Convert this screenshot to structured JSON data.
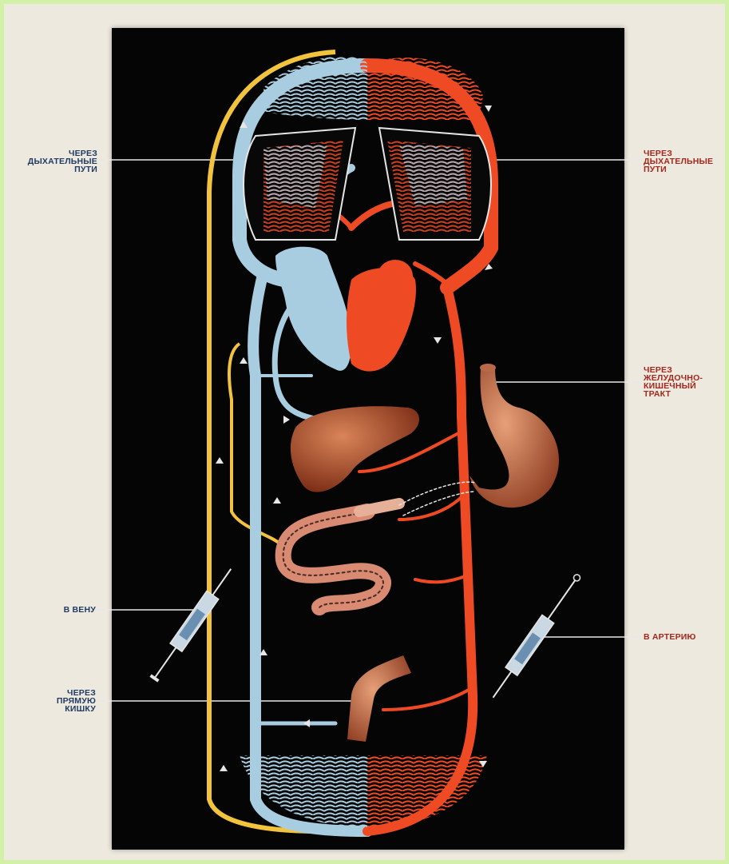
{
  "colors": {
    "venous": "#a9cde0",
    "arterial": "#ee4a24",
    "lymph": "#f2c33c",
    "board": "#050505",
    "left_label": "#1f3b63",
    "right_label": "#a4271c"
  },
  "labels": {
    "left": {
      "airways": [
        "ЧЕРЕЗ",
        "ДЫХАТЕЛЬНЫЕ",
        "ПУТИ"
      ],
      "vein": [
        "В ВЕНУ"
      ],
      "rectum": [
        "ЧЕРЕЗ",
        "ПРЯМУЮ",
        "КИШКУ"
      ]
    },
    "right": {
      "airways": [
        "ЧЕРЕЗ",
        "ДЫХАТЕЛЬНЫЕ",
        "ПУТИ"
      ],
      "gi_tract": [
        "ЧЕРЕЗ",
        "ЖЕЛУДОЧНО-",
        "КИШЕЧНЫЙ",
        "ТРАКТ"
      ],
      "artery": [
        "В АРТЕРИЮ"
      ]
    }
  },
  "icons": [
    "heart-icon",
    "lungs-icon",
    "liver-icon",
    "stomach-icon",
    "intestine-icon",
    "rectum-icon",
    "syringe-icon",
    "flow-arrow-icon"
  ]
}
